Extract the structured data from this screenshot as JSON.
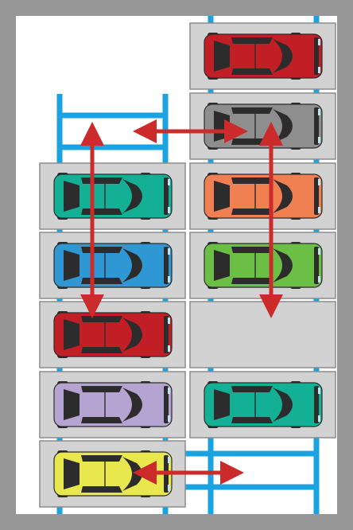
{
  "colors": {
    "frame": "#979797",
    "background": "#ffffff",
    "rail": "#1aa3e0",
    "tray": "#d2d2d2",
    "tray_border": "#8c8c8c",
    "arrow": "#cc2b2b",
    "car_dark": "#2c2c2c",
    "headlight": "#bfe3ef"
  },
  "slots": [
    {
      "id": "top-right-1",
      "car_color": "#c21e26",
      "occupied": true
    },
    {
      "id": "top-right-2",
      "car_color": "#8e8e8e",
      "occupied": true
    },
    {
      "id": "left-1",
      "car_color": "#14b095",
      "occupied": true
    },
    {
      "id": "right-3",
      "car_color": "#f07f52",
      "occupied": true
    },
    {
      "id": "left-2",
      "car_color": "#2f97d4",
      "occupied": true
    },
    {
      "id": "right-4",
      "car_color": "#6cbf45",
      "occupied": true
    },
    {
      "id": "left-3",
      "car_color": "#c21e26",
      "occupied": true
    },
    {
      "id": "right-5",
      "car_color": null,
      "occupied": false
    },
    {
      "id": "left-4",
      "car_color": "#b5a3d2",
      "occupied": true
    },
    {
      "id": "right-6",
      "car_color": "#14b095",
      "occupied": true
    },
    {
      "id": "bottom-left",
      "car_color": "#e8e84e",
      "occupied": true
    }
  ],
  "arrows": [
    {
      "id": "arrow-horizontal-upper",
      "direction": "horizontal"
    },
    {
      "id": "arrow-vertical-left",
      "direction": "vertical"
    },
    {
      "id": "arrow-vertical-right",
      "direction": "vertical"
    },
    {
      "id": "arrow-horizontal-lower",
      "direction": "horizontal"
    }
  ]
}
